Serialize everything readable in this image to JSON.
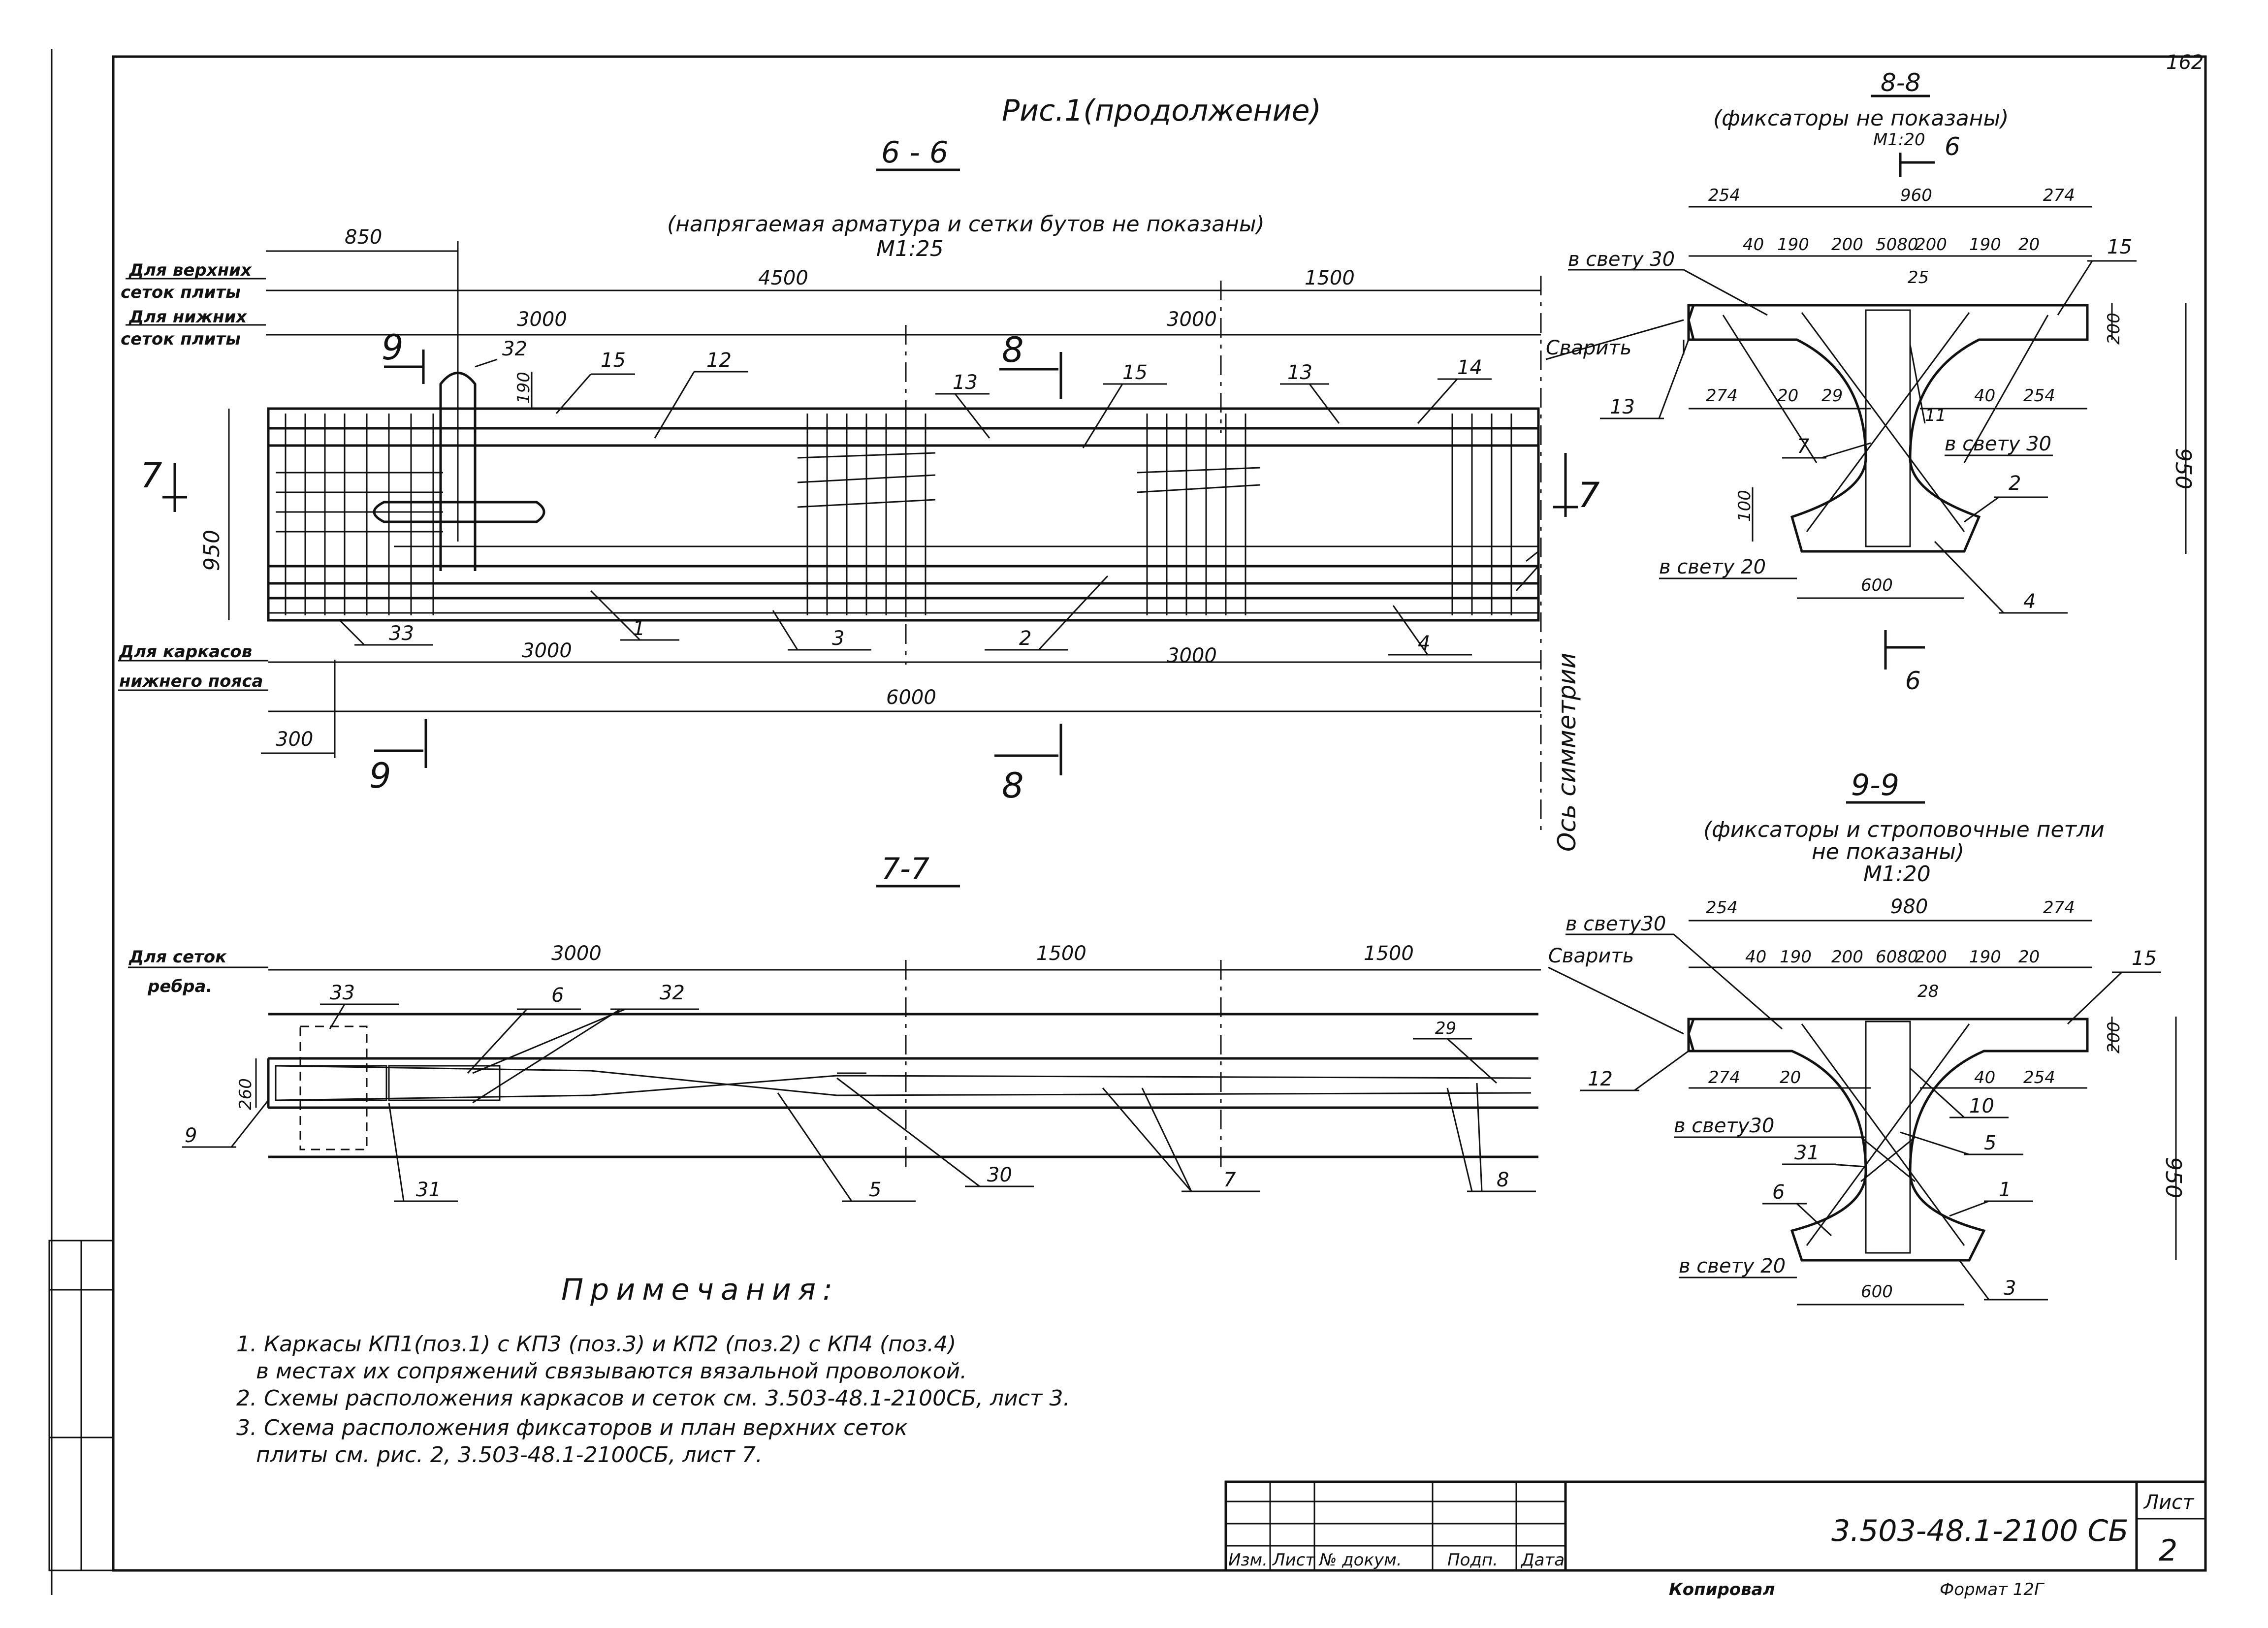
{
  "figure_title": "Рис.1(продолжение)",
  "sec66": {
    "title": "6 - 6",
    "note": "(напрягаемая арматура и сетки бутов не показаны)",
    "scale": "М1:25",
    "lbl_top1": "Для верхних",
    "lbl_top2": "сеток плиты",
    "lbl_bot1": "Для нижних",
    "lbl_bot2": "сеток плиты",
    "lbl_frame1": "Для каркасов",
    "lbl_frame2": "нижнего пояса",
    "d850": "850",
    "d4500": "4500",
    "d1500": "1500",
    "d3000a": "3000",
    "d3000b": "3000",
    "d190": "190",
    "d950": "950",
    "d3000c": "3000",
    "d3000d": "3000",
    "d6000": "6000",
    "d300": "300",
    "cut9": "9",
    "cut8": "8",
    "cut7": "7",
    "p32": "32",
    "p15a": "15",
    "p12": "12",
    "p13a": "13",
    "p15b": "15",
    "p13b": "13",
    "p14": "14",
    "p33": "33",
    "p1": "1",
    "p3": "3",
    "p2": "2",
    "p4": "4",
    "axis": "Ось симметрии"
  },
  "sec77": {
    "title": "7-7",
    "lbl1": "Для сеток",
    "lbl2": "ребра.",
    "d3000": "3000",
    "d1500a": "1500",
    "d1500b": "1500",
    "d260": "260",
    "p33": "33",
    "p6": "6",
    "p32": "32",
    "p29": "29",
    "p9": "9",
    "p31": "31",
    "p5": "5",
    "p30": "30",
    "p7": "7",
    "p8": "8"
  },
  "sec88": {
    "title": "8-8",
    "note1": "(фиксаторы не показаны)",
    "scale": "М1:20",
    "cut": "6",
    "d254": "254",
    "d960": "960",
    "d274": "274",
    "d40": "40",
    "d190a": "190",
    "d200a": "200",
    "d5080": "5080",
    "d200b": "200",
    "d190b": "190",
    "d20": "20",
    "d25": "25",
    "d200v": "200",
    "d274b": "274",
    "d20b": "20",
    "d29": "29",
    "d40b": "40",
    "d254b": "254",
    "d950": "950",
    "d100": "100",
    "d600": "600",
    "clr30a": "в свету 30",
    "clr30b": "в свету 30",
    "clr20": "в свету 20",
    "weld": "Сварить",
    "p15": "15",
    "p13": "13",
    "p11": "11",
    "p7": "7",
    "p2": "2",
    "p4": "4"
  },
  "sec99": {
    "title": "9-9",
    "note1": "(фиксаторы и строповочные петли",
    "note2": "не показаны)",
    "scale": "М1:20",
    "d254": "254",
    "d980": "980",
    "d274": "274",
    "d40": "40",
    "d190a": "190",
    "d200a": "200",
    "d6080": "6080",
    "d200b": "200",
    "d190b": "190",
    "d20": "20",
    "d28": "28",
    "d200v": "200",
    "d274b": "274",
    "d20b": "20",
    "d40b": "40",
    "d254b": "254",
    "d950": "950",
    "d600": "600",
    "clr30a": "в свету30",
    "clr30b": "в свету30",
    "clr20": "в свету 20",
    "weld": "Сварить",
    "p15": "15",
    "p12": "12",
    "p10": "10",
    "p5": "5",
    "p31": "31",
    "p6": "6",
    "p1": "1",
    "p3": "3"
  },
  "notes": {
    "title": "Примечания:",
    "n1a": "1. Каркасы КП1(поз.1) с КП3 (поз.3) и КП2 (поз.2) с КП4 (поз.4)",
    "n1b": "в местах их сопряжений связываются вязальной проволокой.",
    "n2": "2. Схемы расположения каркасов и сеток см. 3.503-48.1-2100СБ, лист 3.",
    "n3a": "3. Схема расположения фиксаторов и план верхних сеток",
    "n3b": "плиты см. рис. 2, 3.503-48.1-2100СБ, лист 7."
  },
  "titleblock": {
    "code": "3.503-48.1-2100 СБ",
    "sheet_label": "Лист",
    "sheet_no": "2",
    "c1": "Изм.",
    "c2": "Лист",
    "c3": "№ докум.",
    "c4": "Подп.",
    "c5": "Дата",
    "copied": "Копировал",
    "format": "Формат 12Г",
    "corner": "162"
  }
}
